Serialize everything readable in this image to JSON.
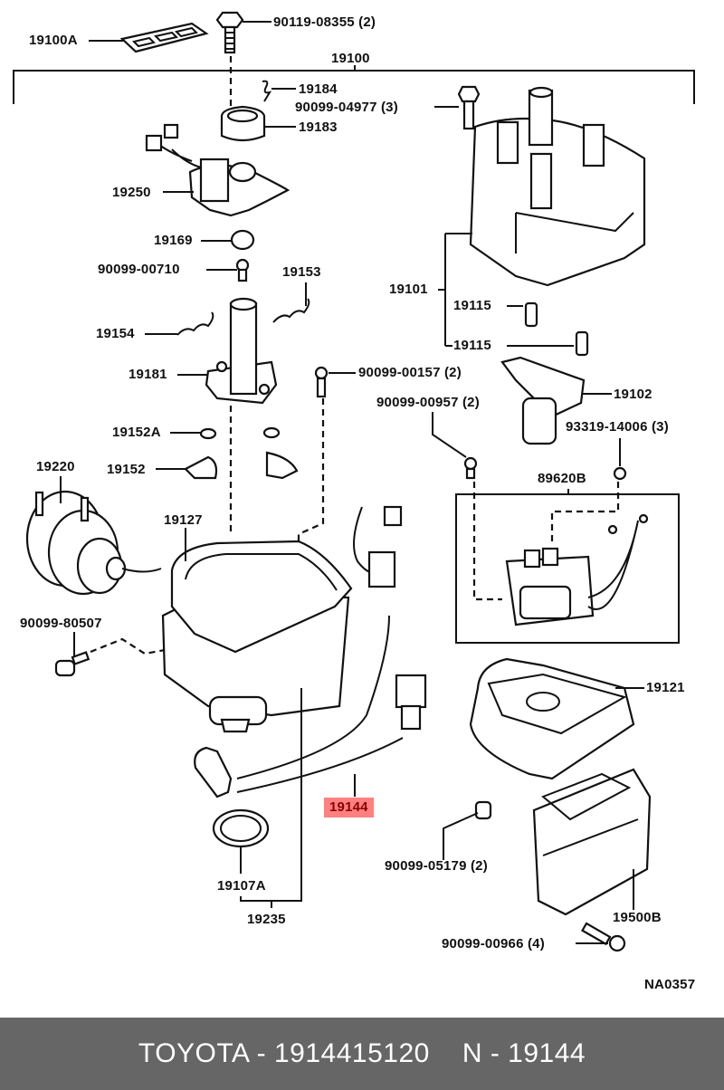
{
  "diagram": {
    "code": "NA0357",
    "group_label": "19100",
    "parts": {
      "p19100A": "19100A",
      "p90119_08355": "90119-08355 (2)",
      "p19100": "19100",
      "p19184": "19184",
      "p90099_04977": "90099-04977 (3)",
      "p19183": "19183",
      "p19250": "19250",
      "p19169": "19169",
      "p90099_00710": "90099-00710",
      "p19153": "19153",
      "p19101": "19101",
      "p19115a": "19115",
      "p19115b": "19115",
      "p19154": "19154",
      "p19181": "19181",
      "p90099_00157": "90099-00157 (2)",
      "p19102": "19102",
      "p90099_00957": "90099-00957 (2)",
      "p19152A": "19152A",
      "p93319_14006": "93319-14006 (3)",
      "p19220": "19220",
      "p19152": "19152",
      "p89620B": "89620B",
      "p19127": "19127",
      "p90099_80507": "90099-80507",
      "p19121": "19121",
      "p19144": "19144",
      "p90099_05179": "90099-05179 (2)",
      "p19107A": "19107A",
      "p19500B": "19500B",
      "p19235": "19235",
      "p90099_00966": "90099-00966 (4)"
    },
    "highlighted_part": "19144",
    "highlight_color": "#ff8080",
    "highlight_text_color": "#8b0000"
  },
  "footer": {
    "brand_part": "TOYOTA - 1914415120",
    "ref": "N - 19144",
    "background": "#666666"
  }
}
